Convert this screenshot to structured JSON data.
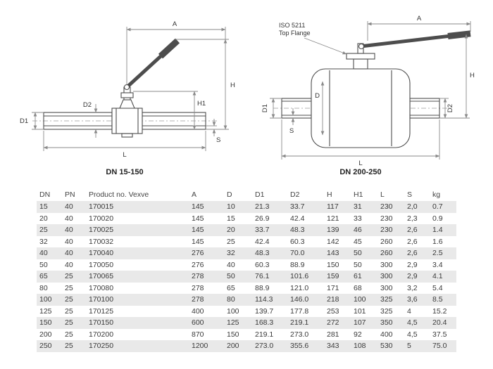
{
  "drawings": {
    "left": {
      "caption": "DN 15-150",
      "dims": {
        "A": "A",
        "H": "H",
        "H1": "H1",
        "D1": "D1",
        "D2": "D2",
        "L": "L",
        "S": "S"
      }
    },
    "right": {
      "caption": "DN 200-250",
      "annotation_line1": "ISO 5211",
      "annotation_line2": "Top Flange",
      "dims": {
        "A": "A",
        "H": "H",
        "D": "D",
        "D1": "D1",
        "D2": "D2",
        "L": "L",
        "S": "S"
      }
    }
  },
  "table": {
    "headers": [
      "DN",
      "PN",
      "Product no. Vexve",
      "A",
      "D",
      "D1",
      "D2",
      "H",
      "H1",
      "L",
      "S",
      "kg"
    ],
    "rows": [
      [
        "15",
        "40",
        "170015",
        "145",
        "10",
        "21.3",
        "33.7",
        "117",
        "31",
        "230",
        "2,0",
        "0.7"
      ],
      [
        "20",
        "40",
        "170020",
        "145",
        "15",
        "26.9",
        "42.4",
        "121",
        "33",
        "230",
        "2,3",
        "0.9"
      ],
      [
        "25",
        "40",
        "170025",
        "145",
        "20",
        "33.7",
        "48.3",
        "139",
        "46",
        "230",
        "2,6",
        "1.4"
      ],
      [
        "32",
        "40",
        "170032",
        "145",
        "25",
        "42.4",
        "60.3",
        "142",
        "45",
        "260",
        "2,6",
        "1.6"
      ],
      [
        "40",
        "40",
        "170040",
        "276",
        "32",
        "48.3",
        "70.0",
        "143",
        "50",
        "260",
        "2,6",
        "2.5"
      ],
      [
        "50",
        "40",
        "170050",
        "276",
        "40",
        "60.3",
        "88.9",
        "150",
        "50",
        "300",
        "2,9",
        "3.4"
      ],
      [
        "65",
        "25",
        "170065",
        "278",
        "50",
        "76.1",
        "101.6",
        "159",
        "61",
        "300",
        "2,9",
        "4.1"
      ],
      [
        "80",
        "25",
        "170080",
        "278",
        "65",
        "88.9",
        "121.0",
        "171",
        "68",
        "300",
        "3,2",
        "5.4"
      ],
      [
        "100",
        "25",
        "170100",
        "278",
        "80",
        "114.3",
        "146.0",
        "218",
        "100",
        "325",
        "3,6",
        "8.5"
      ],
      [
        "125",
        "25",
        "170125",
        "400",
        "100",
        "139.7",
        "177.8",
        "253",
        "101",
        "325",
        "4",
        "15.2"
      ],
      [
        "150",
        "25",
        "170150",
        "600",
        "125",
        "168.3",
        "219.1",
        "272",
        "107",
        "350",
        "4,5",
        "20.4"
      ],
      [
        "200",
        "25",
        "170200",
        "870",
        "150",
        "219.1",
        "273.0",
        "281",
        "92",
        "400",
        "4,5",
        "37.5"
      ],
      [
        "250",
        "25",
        "170250",
        "1200",
        "200",
        "273.0",
        "355.6",
        "343",
        "108",
        "530",
        "5",
        "75.0"
      ]
    ]
  },
  "colors": {
    "stripe": "#e9e9e9",
    "line": "#4d4d4d",
    "dim_line": "#8a8a8a"
  }
}
